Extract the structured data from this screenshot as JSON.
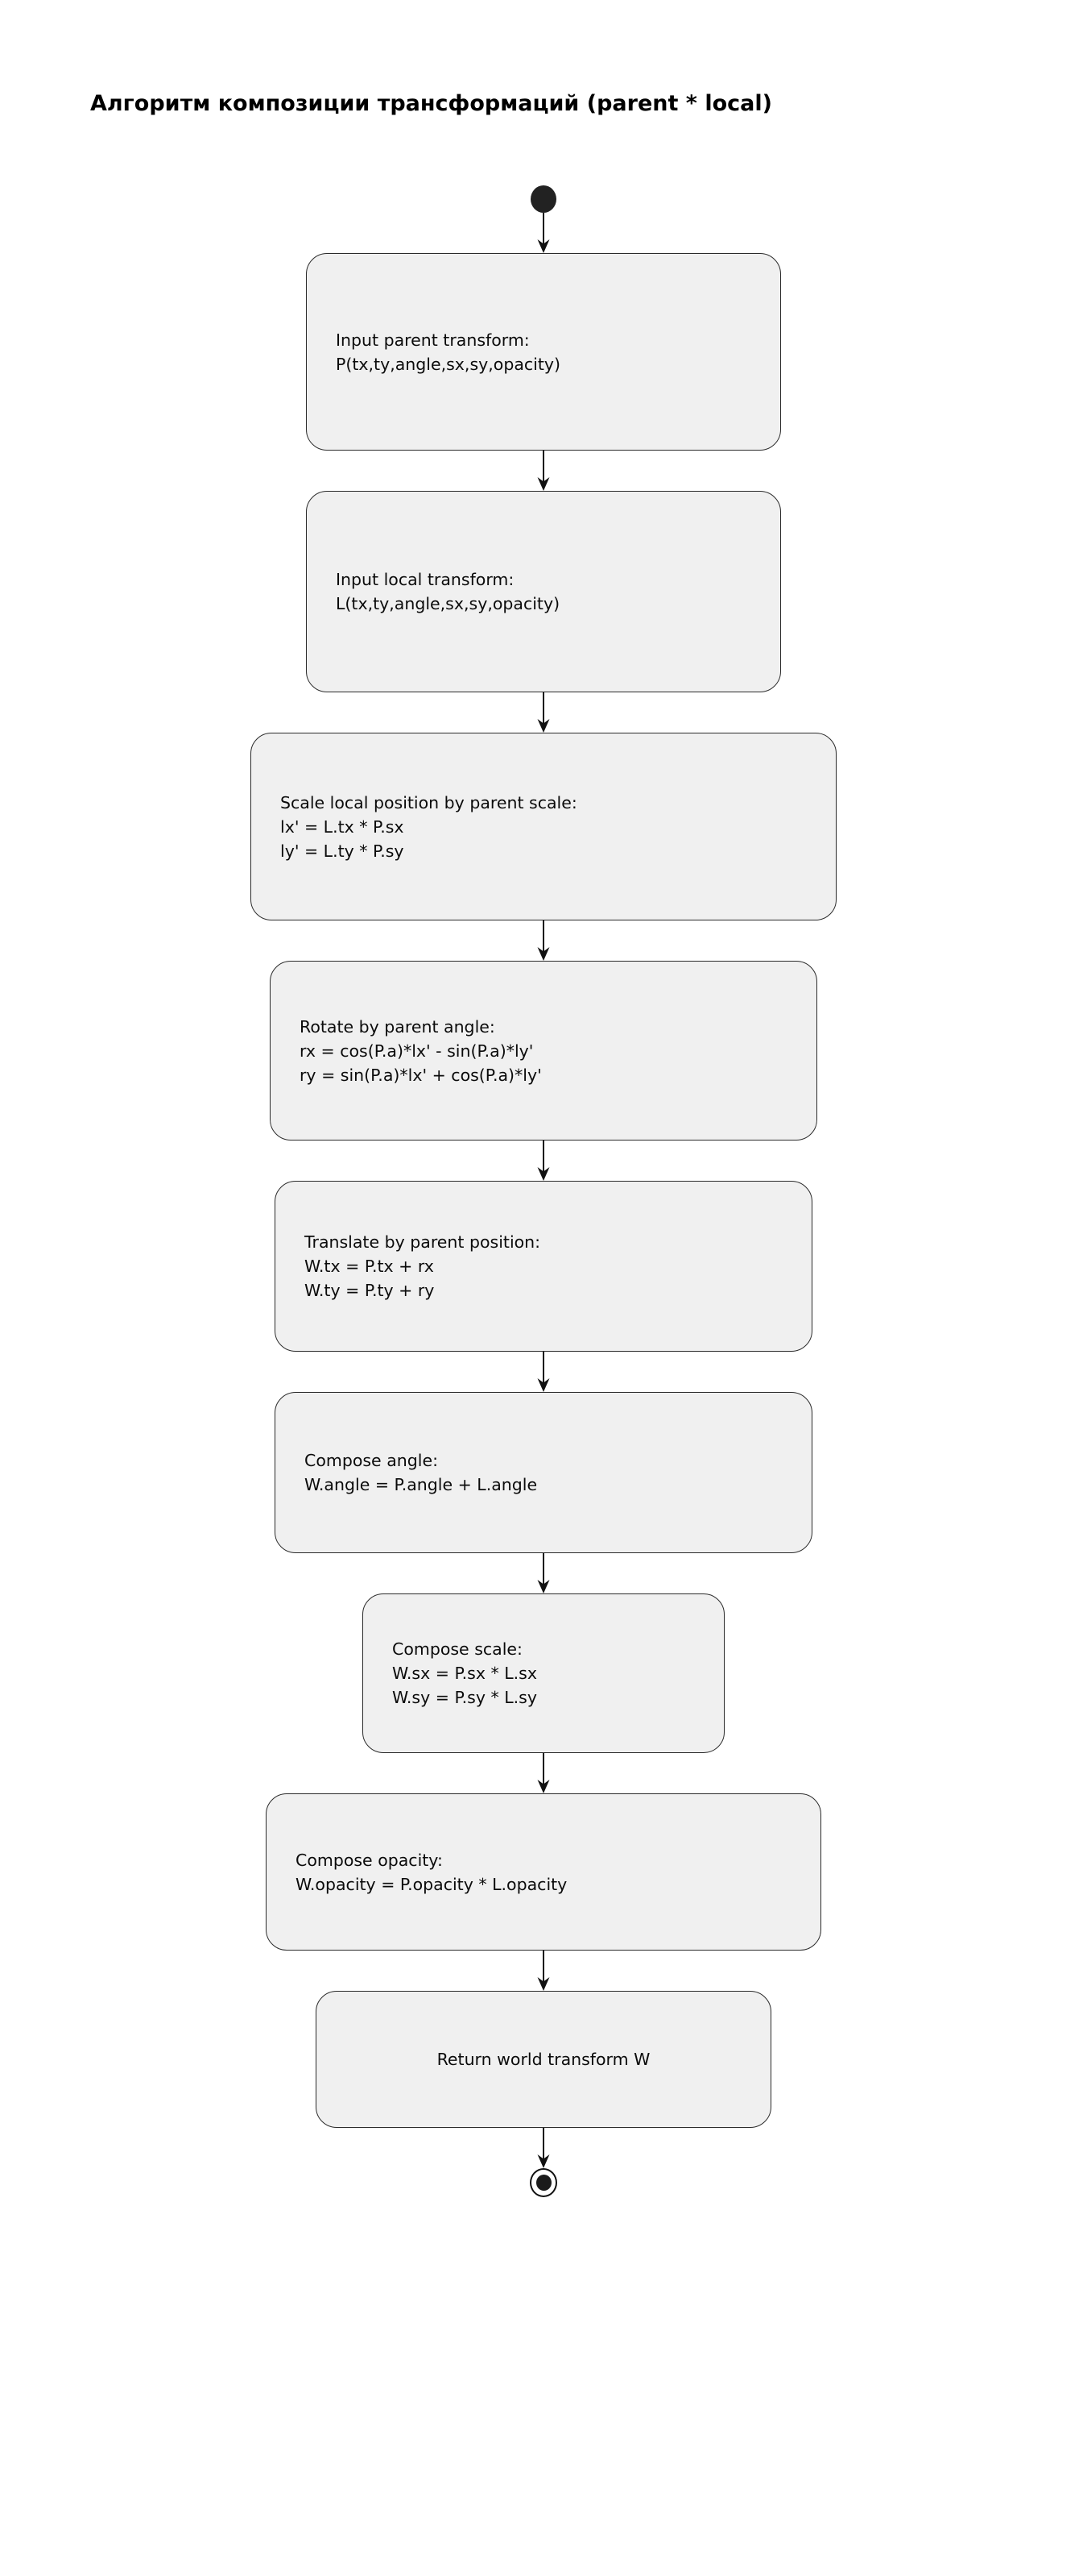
{
  "diagram": {
    "title": "Алгоритм композиции трансформаций (parent * local)",
    "start_node_label": "start",
    "end_node_label": "end",
    "nodes": [
      {
        "id": "input-parent-transform",
        "text": "Input parent transform:\nP(tx,ty,angle,sx,sy,opacity)"
      },
      {
        "id": "input-local-transform",
        "text": "Input local transform:\nL(tx,ty,angle,sx,sy,opacity)"
      },
      {
        "id": "scale-local-position",
        "text": "Scale local position by parent scale:\nlx' = L.tx * P.sx\nly' = L.ty * P.sy"
      },
      {
        "id": "rotate-by-parent-angle",
        "text": "Rotate by parent angle:\nrx = cos(P.a)*lx' - sin(P.a)*ly'\nry = sin(P.a)*lx' + cos(P.a)*ly'"
      },
      {
        "id": "translate-by-parent-position",
        "text": "Translate by parent position:\nW.tx = P.tx + rx\nW.ty = P.ty + ry"
      },
      {
        "id": "compose-angle",
        "text": "Compose angle:\nW.angle = P.angle + L.angle"
      },
      {
        "id": "compose-scale",
        "text": "Compose scale:\nW.sx = P.sx * L.sx\nW.sy = P.sy * L.sy"
      },
      {
        "id": "compose-opacity",
        "text": "Compose opacity:\nW.opacity = P.opacity * L.opacity"
      },
      {
        "id": "return-world-transform",
        "text": "Return world transform W"
      }
    ],
    "colors": {
      "node_fill": "#f0f0f0",
      "node_border": "#2b2b2b",
      "text": "#0b0b0b",
      "start_end_node": "#1b1b1b",
      "background": "#ffffff"
    }
  }
}
